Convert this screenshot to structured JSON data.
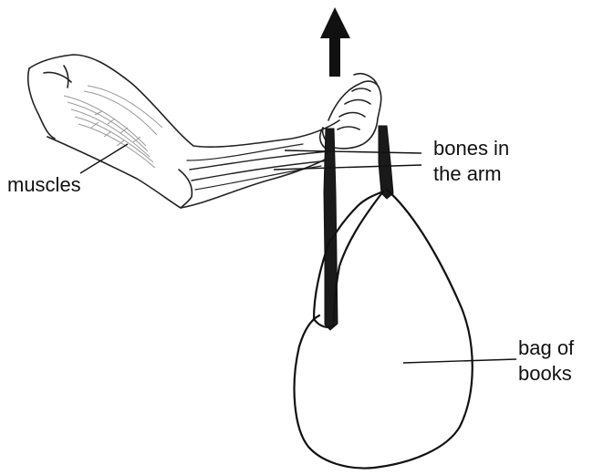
{
  "labels": {
    "muscles": "muscles",
    "bones_line1": "bones in",
    "bones_line2": "the arm",
    "bag_line1": "bag of",
    "bag_line2": "books"
  },
  "colors": {
    "ink": "#111111",
    "muscle_shade": "#9a9a9a",
    "strap": "#1a1a1a",
    "background": "#ffffff"
  },
  "icons": {
    "force_direction": "up-arrow-icon"
  }
}
